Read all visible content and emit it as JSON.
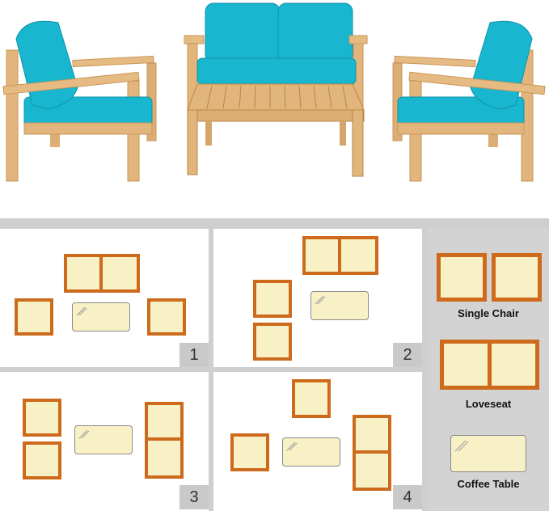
{
  "layouts": [
    {
      "number": "1"
    },
    {
      "number": "2"
    },
    {
      "number": "3"
    },
    {
      "number": "4"
    }
  ],
  "legend": {
    "single_chair": "Single Chair",
    "loveseat": "Loveseat",
    "coffee_table": "Coffee Table"
  },
  "colors": {
    "cushion": "#18b6cf",
    "wood": "#e2b57c",
    "seat_fill": "#f8f1c6",
    "seat_border": "#cd6a1c"
  }
}
